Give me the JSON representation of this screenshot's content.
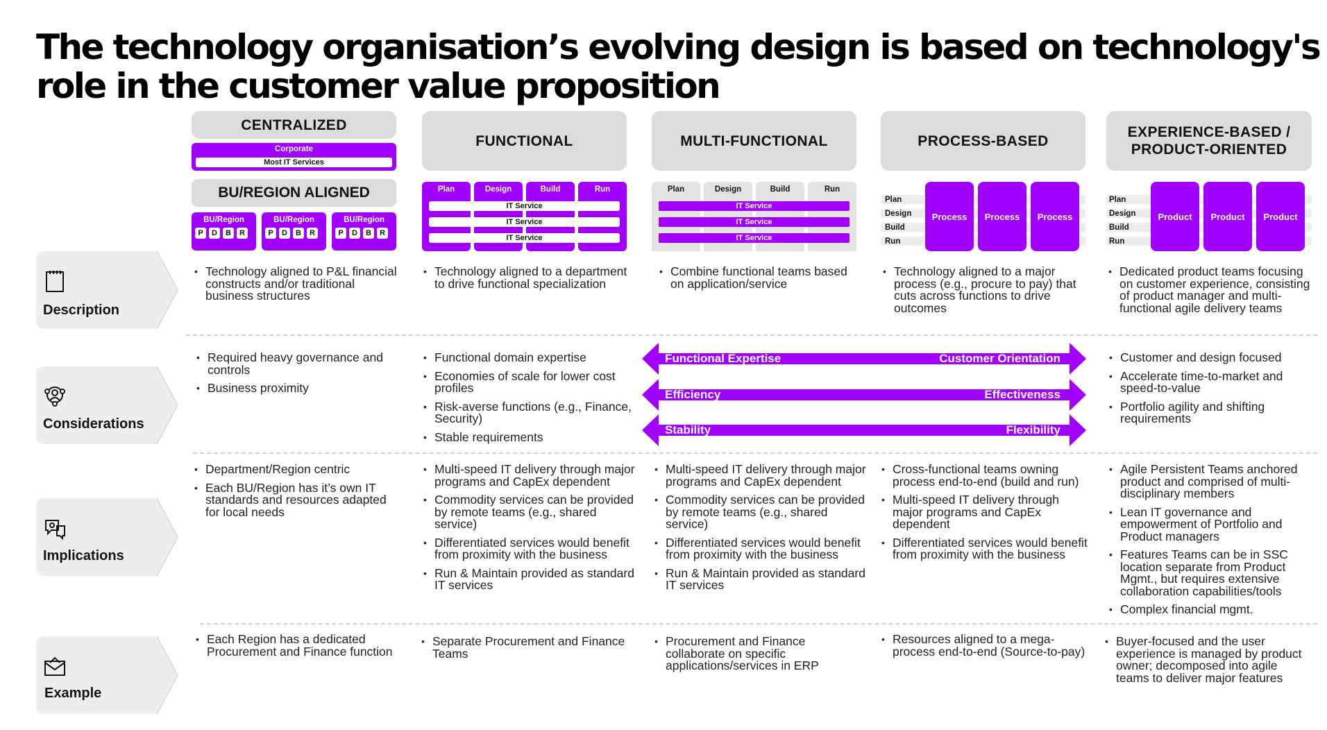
{
  "title": {
    "line1": "The technology organisation’s evolving design is based on technology's",
    "line2": "role in the customer value proposition"
  },
  "columns": {
    "centralized": {
      "title": "CENTRALIZED",
      "corporate": "Corporate",
      "most_it": "Most IT Services",
      "bu_title": "BU/REGION ALIGNED",
      "bu_label": "BU/Region",
      "letters": [
        "P",
        "D",
        "B",
        "R"
      ]
    },
    "functional": {
      "title": "FUNCTIONAL",
      "phases": [
        "Plan",
        "Design",
        "Build",
        "Run"
      ],
      "service": "IT Service"
    },
    "multi": {
      "title": "MULTI-FUNCTIONAL",
      "phases": [
        "Plan",
        "Design",
        "Build",
        "Run"
      ],
      "service": "IT Service"
    },
    "process": {
      "title": "PROCESS-BASED",
      "phases": [
        "Plan",
        "Design",
        "Build",
        "Run"
      ],
      "box": "Process"
    },
    "experience": {
      "title_line1": "EXPERIENCE-BASED /",
      "title_line2": "PRODUCT-ORIENTED",
      "phases": [
        "Plan",
        "Design",
        "Build",
        "Run"
      ],
      "box": "Product"
    }
  },
  "rows": {
    "description": "Description",
    "considerations": "Considerations",
    "implications": "Implications",
    "example": "Example"
  },
  "description": {
    "c1": [
      "Technology aligned to P&L financial constructs and/or traditional business structures"
    ],
    "c2": [
      "Technology aligned to a department to drive functional specialization"
    ],
    "c3": [
      "Combine functional teams based on application/service"
    ],
    "c4": [
      "Technology aligned to a major process (e.g., procure to pay) that cuts across functions to drive outcomes"
    ],
    "c5": [
      "Dedicated product teams focusing on customer experience, consisting of product manager and  multi-functional agile delivery teams"
    ]
  },
  "considerations": {
    "c1": [
      "Required heavy governance and controls",
      "Business proximity"
    ],
    "c2": [
      "Functional domain expertise",
      "Economies of scale for lower cost profiles",
      "Risk-averse functions (e.g., Finance, Security)",
      "Stable requirements"
    ],
    "arrows": [
      {
        "left": "Functional Expertise",
        "right": "Customer Orientation"
      },
      {
        "left": "Efficiency",
        "right": "Effectiveness"
      },
      {
        "left": "Stability",
        "right": "Flexibility"
      }
    ],
    "c5": [
      "Customer and design focused",
      "Accelerate time-to-market and speed-to-value",
      "Portfolio agility and shifting requirements"
    ]
  },
  "implications": {
    "c1": [
      "Department/Region centric",
      "Each BU/Region has it’s own IT standards and resources adapted for local needs"
    ],
    "c2": [
      "Multi-speed IT delivery through major programs and CapEx dependent",
      "Commodity services can be provided by remote teams (e.g., shared service)",
      "Differentiated services would benefit from proximity with the business",
      "Run & Maintain provided as standard IT services"
    ],
    "c3": [
      "Multi-speed IT delivery through major programs and CapEx dependent",
      "Commodity services can be provided by remote teams (e.g., shared service)",
      "Differentiated services would benefit from proximity with the business",
      "Run & Maintain provided as standard IT services"
    ],
    "c4": [
      "Cross-functional teams owning process end-to-end (build and run)",
      "Multi-speed IT delivery through major programs and CapEx dependent",
      "Differentiated services would benefit from proximity with the business"
    ],
    "c5": [
      "Agile Persistent Teams anchored product and comprised of multi-disciplinary members",
      "Lean IT governance and empowerment of Portfolio and Product managers",
      "Features Teams can be in SSC location separate from Product Mgmt., but requires extensive collaboration capabilities/tools",
      "Complex financial mgmt."
    ]
  },
  "example": {
    "c1": [
      "Each Region has a dedicated Procurement and Finance function"
    ],
    "c2": [
      "Separate Procurement and Finance Teams"
    ],
    "c3": [
      "Procurement and Finance collaborate on specific applications/services in ERP"
    ],
    "c4": [
      "Resources aligned to a mega-process end-to-end (Source-to-pay)"
    ],
    "c5": [
      "Buyer-focused and the user experience is managed by product owner; decomposed into agile teams to deliver major features"
    ]
  },
  "icons": {
    "description": "notepad-icon",
    "considerations": "people-network-icon",
    "implications": "gear-chat-icon",
    "example": "envelope-house-icon"
  },
  "colors": {
    "accent": "#a100ff",
    "header_gray": "#dcdcdc"
  }
}
